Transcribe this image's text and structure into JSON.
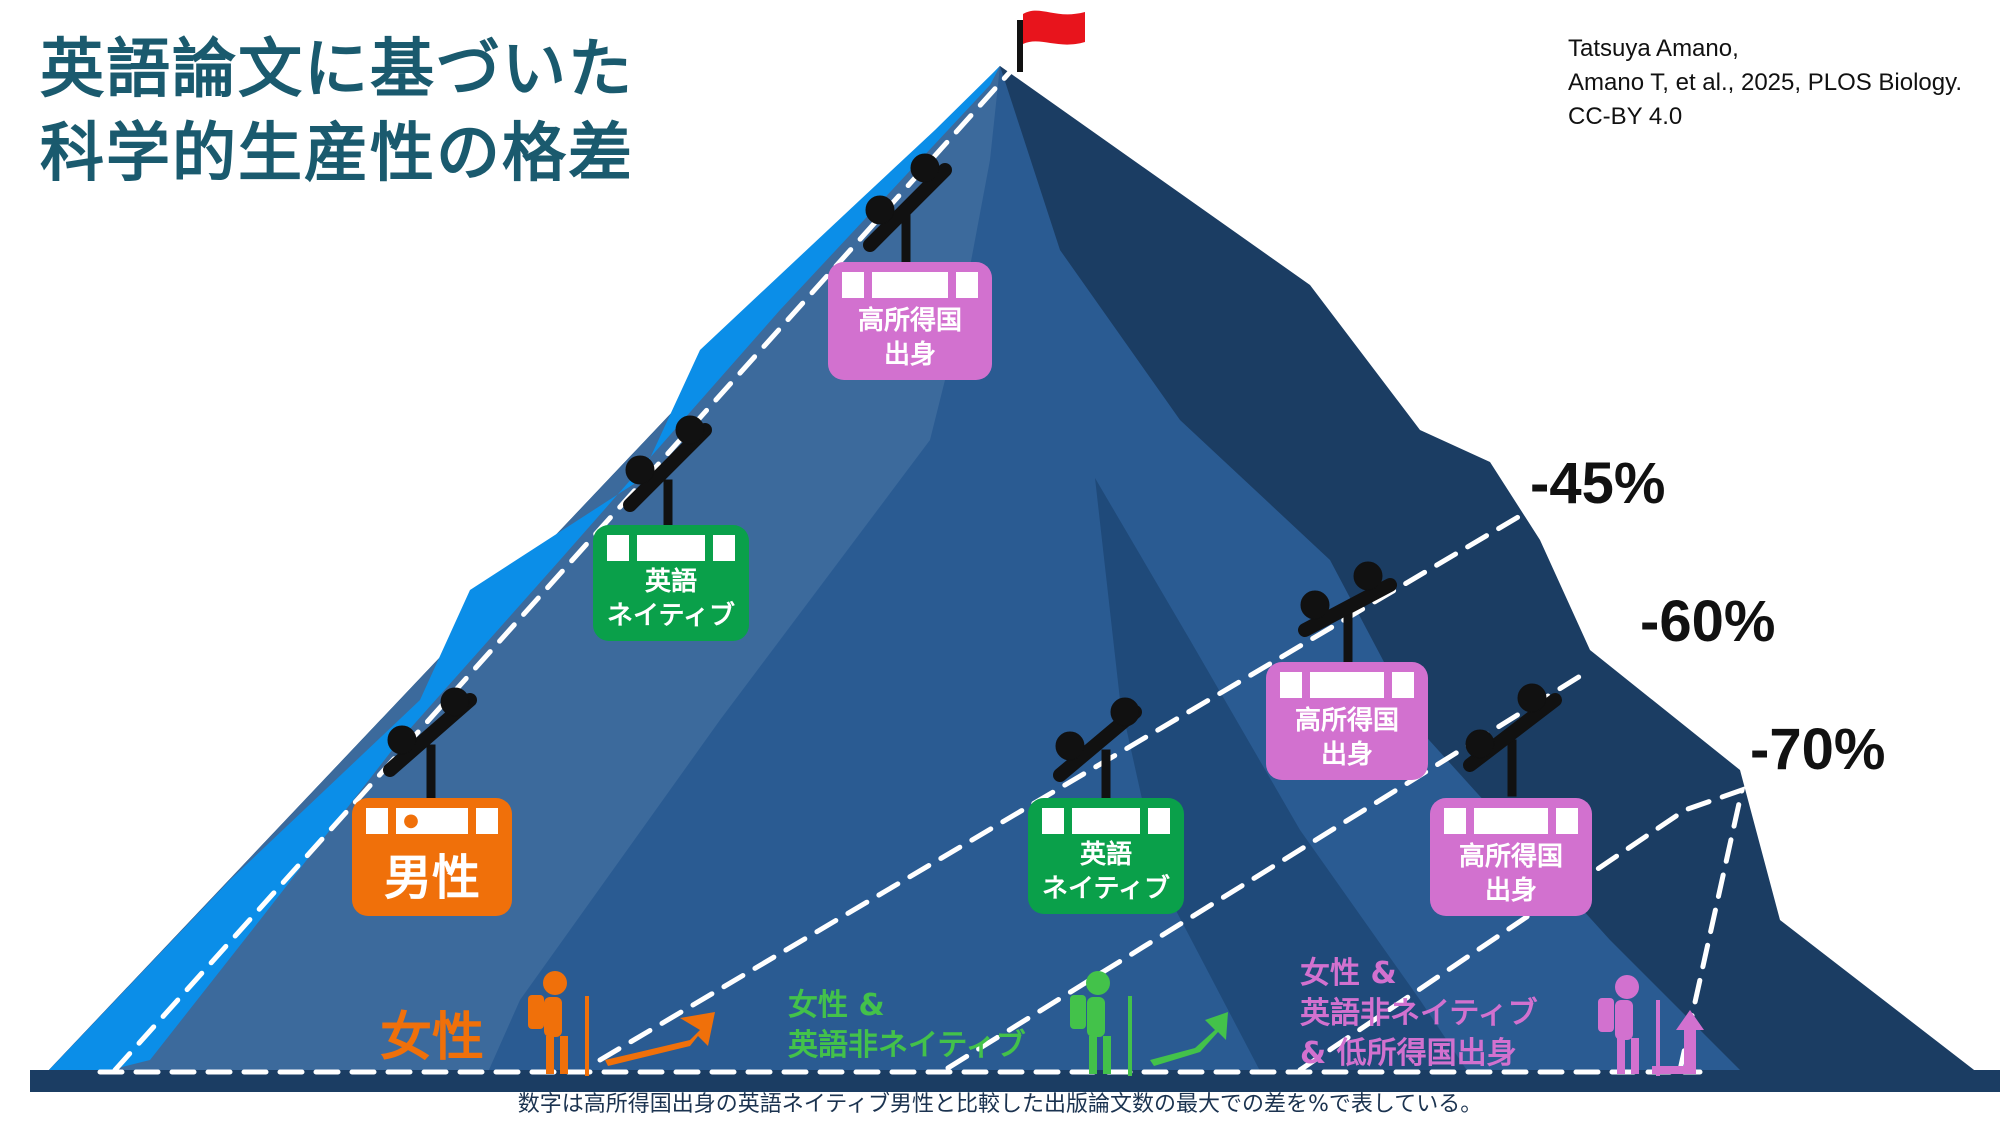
{
  "title": {
    "line1": "英語論文に基づいた",
    "line2": "科学的生産性の格差"
  },
  "credit": {
    "line1": "Tatsuya Amano,",
    "line2": "Amano T, et al., 2025, PLOS Biology.",
    "line3": "CC-BY 4.0"
  },
  "gaps": [
    {
      "value": "-45%"
    },
    {
      "value": "-60%"
    },
    {
      "value": "-70%"
    }
  ],
  "cabins": {
    "male": {
      "label": "男性",
      "color": "#f0700a"
    },
    "english_native_1": {
      "line1": "英語",
      "line2": "ネイティブ",
      "color": "#0aa04a"
    },
    "high_income_1": {
      "line1": "高所得国",
      "line2": "出身",
      "color": "#d271cf"
    },
    "english_native_2": {
      "line1": "英語",
      "line2": "ネイティブ",
      "color": "#0aa04a"
    },
    "high_income_2": {
      "line1": "高所得国",
      "line2": "出身",
      "color": "#d271cf"
    },
    "high_income_3": {
      "line1": "高所得国",
      "line2": "出身",
      "color": "#d271cf"
    }
  },
  "hikers": {
    "female": {
      "line1": "女性",
      "color": "#f0700a"
    },
    "female_non_native": {
      "line1": "女性 &",
      "line2": "英語非ネイティブ",
      "color": "#43c24a"
    },
    "female_non_native_low_income": {
      "line1": "女性 &",
      "line2": "英語非ネイティブ",
      "line3": "& 低所得国出身",
      "color": "#d271cf"
    }
  },
  "footnote": "数字は高所得国出身の英語ネイティブ男性と比較した出版論文数の最大での差を%で表している。",
  "colors": {
    "title": "#1a5a6e",
    "mountain_dark": "#1b3d63",
    "mountain_mid": "#2a5b92",
    "mountain_light": "#3c6a9c",
    "slope_highlight": "#0b8ee8",
    "flag": "#e8141c"
  }
}
